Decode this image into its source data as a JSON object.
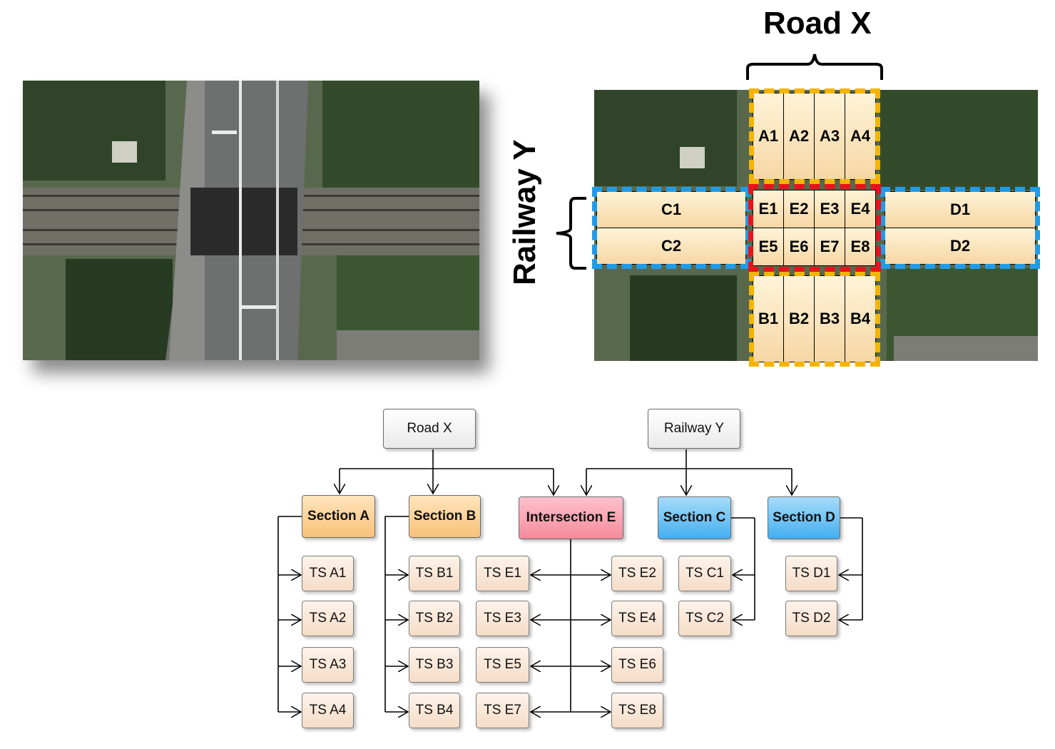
{
  "titles": {
    "road": "Road X",
    "railway": "Railway Y"
  },
  "grid": {
    "A": [
      "A1",
      "A2",
      "A3",
      "A4"
    ],
    "B": [
      "B1",
      "B2",
      "B3",
      "B4"
    ],
    "C": [
      "C1",
      "C2"
    ],
    "D": [
      "D1",
      "D2"
    ],
    "E": [
      "E1",
      "E2",
      "E3",
      "E4",
      "E5",
      "E6",
      "E7",
      "E8"
    ]
  },
  "tree": {
    "roots": [
      "Road X",
      "Railway Y"
    ],
    "sections": [
      "Section A",
      "Section B",
      "Intersection E",
      "Section C",
      "Section D"
    ],
    "ts_a": [
      "TS A1",
      "TS A2",
      "TS A3",
      "TS A4"
    ],
    "ts_b": [
      "TS B1",
      "TS B2",
      "TS B3",
      "TS B4"
    ],
    "ts_e_left": [
      "TS E1",
      "TS E3",
      "TS E5",
      "TS E7"
    ],
    "ts_e_right": [
      "TS E2",
      "TS E4",
      "TS E6",
      "TS E8"
    ],
    "ts_c": [
      "TS C1",
      "TS C2"
    ],
    "ts_d": [
      "TS D1",
      "TS D2"
    ]
  },
  "colors": {
    "orange_zone": "#f5b400",
    "blue_zone": "#1f9be8",
    "red_zone": "#e8121b",
    "section_orange": "#f8c27a",
    "section_blue": "#44aef0",
    "section_pink": "#f58b9c"
  }
}
